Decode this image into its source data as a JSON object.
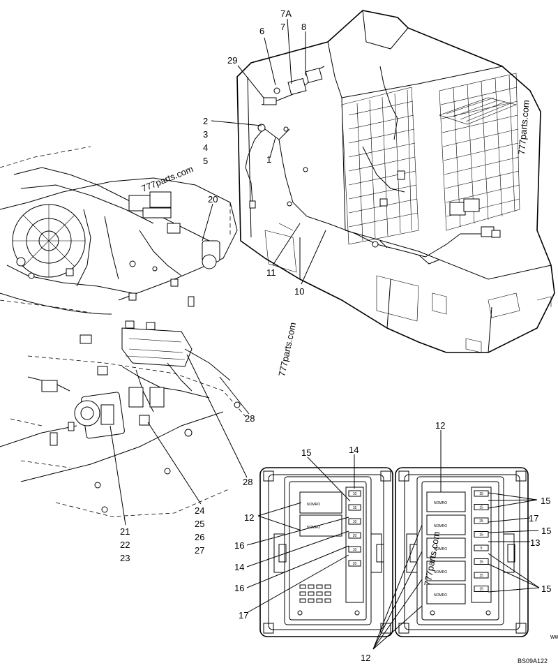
{
  "watermarks": [
    "777parts.com",
    "777parts.com",
    "777parts.com",
    "777parts.com"
  ],
  "callouts": {
    "c7a": "7A",
    "c7": "7",
    "c8": "8",
    "c6": "6",
    "c29": "29",
    "c2": "2",
    "c3": "3",
    "c4": "4",
    "c5": "5",
    "c1": "1",
    "c20": "20",
    "c11": "11",
    "c10": "10",
    "c28a": "28",
    "c28b": "28",
    "c21": "21",
    "c22": "22",
    "c23": "23",
    "c24": "24",
    "c25": "25",
    "c26": "26",
    "c27": "27",
    "c12a": "12",
    "c12b": "12",
    "c12c": "12",
    "c15a": "15",
    "c14a": "14",
    "c16a": "16",
    "c14b": "14",
    "c16b": "16",
    "c17a": "17",
    "c15b": "15",
    "c17b": "17",
    "c15c": "15",
    "c13": "13",
    "c15d": "15"
  },
  "fuse_left": [
    "10",
    "15",
    "10",
    "20",
    "10",
    "20"
  ],
  "fuse_right": [
    "15",
    "15",
    "25",
    "15",
    "5",
    "15",
    "15",
    "15"
  ],
  "relay_label": "NOMRO",
  "drawing_code": "BS09A122",
  "edge_fragment": "ww"
}
